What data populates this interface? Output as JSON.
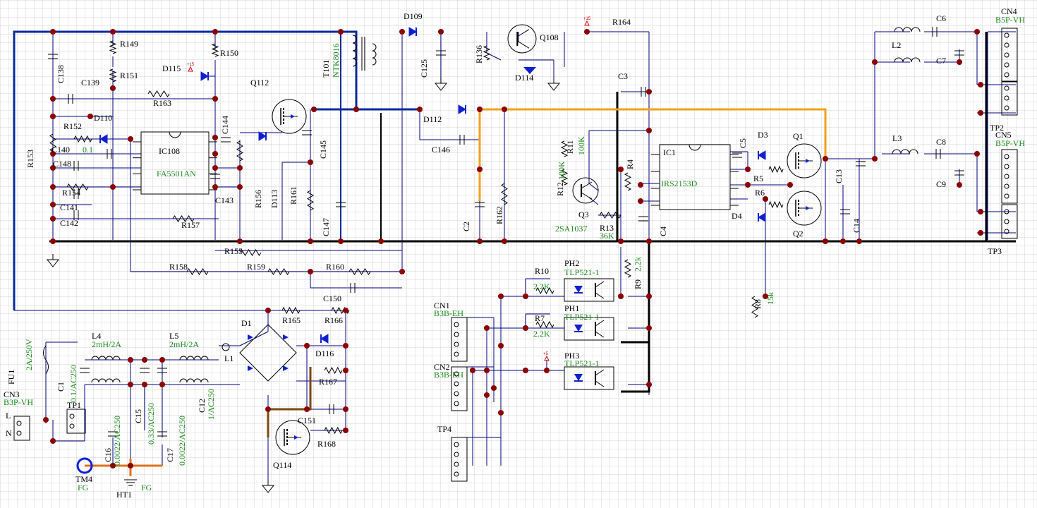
{
  "colors": {
    "background": "#ffffff",
    "grid": "#d4d4d4",
    "wire": "#000080",
    "bus_blue": "#0a2a9a",
    "ground_bus": "#000000",
    "orange_net": "#f0a020",
    "brown_net": "#7a4a10",
    "junction": "#8b0000",
    "symbol": "#000000",
    "diode_fill": "#1020d0",
    "label": "#000000",
    "value": "#1a8a1a",
    "power_mark": "#cc0000",
    "fg_ring": "#1020d0",
    "fg_wire": "#e07020"
  },
  "icons": {
    "ground": "ground-icon",
    "junction": "junction-dot-icon",
    "power": "power-flag-icon"
  },
  "power_marks": [
    "+15",
    "+15",
    "+5"
  ],
  "labels": [
    {
      "id": "R149",
      "text": "R149"
    },
    {
      "id": "R150",
      "text": "R150"
    },
    {
      "id": "R151",
      "text": "R151"
    },
    {
      "id": "C138",
      "text": "C138"
    },
    {
      "id": "C139",
      "text": "C139"
    },
    {
      "id": "D115",
      "text": "D115"
    },
    {
      "id": "Q112",
      "text": "Q112"
    },
    {
      "id": "R163",
      "text": "R163"
    },
    {
      "id": "D110",
      "text": "D110"
    },
    {
      "id": "C144",
      "text": "C144"
    },
    {
      "id": "R152",
      "text": "R152"
    },
    {
      "id": "R153",
      "text": "R153"
    },
    {
      "id": "C140",
      "text": "C140"
    },
    {
      "id": "C140v",
      "text": "0.1"
    },
    {
      "id": "C148",
      "text": "C148"
    },
    {
      "id": "IC108",
      "text": "IC108"
    },
    {
      "id": "IC108v",
      "text": "FA5501AN"
    },
    {
      "id": "C145",
      "text": "C145"
    },
    {
      "id": "R154",
      "text": "R154"
    },
    {
      "id": "C141",
      "text": "C141"
    },
    {
      "id": "C142",
      "text": "C142"
    },
    {
      "id": "C143",
      "text": "C143"
    },
    {
      "id": "R156",
      "text": "R156"
    },
    {
      "id": "D113",
      "text": "D113"
    },
    {
      "id": "R161",
      "text": "R161"
    },
    {
      "id": "R157",
      "text": "R157"
    },
    {
      "id": "C147",
      "text": "C147"
    },
    {
      "id": "R155",
      "text": "R155"
    },
    {
      "id": "R158",
      "text": "R158"
    },
    {
      "id": "R159",
      "text": "R159"
    },
    {
      "id": "R160",
      "text": "R160"
    },
    {
      "id": "C150",
      "text": "C150"
    },
    {
      "id": "T101",
      "text": "T101"
    },
    {
      "id": "T101v",
      "text": "NTK8016"
    },
    {
      "id": "D109",
      "text": "D109"
    },
    {
      "id": "C125",
      "text": "C125"
    },
    {
      "id": "R136",
      "text": "R136"
    },
    {
      "id": "Q108",
      "text": "Q108"
    },
    {
      "id": "D114",
      "text": "D114"
    },
    {
      "id": "R164",
      "text": "R164"
    },
    {
      "id": "C3",
      "text": "C3"
    },
    {
      "id": "D112",
      "text": "D112"
    },
    {
      "id": "C146",
      "text": "C146"
    },
    {
      "id": "C2",
      "text": "C2"
    },
    {
      "id": "R162",
      "text": "R162"
    },
    {
      "id": "R11",
      "text": "R11"
    },
    {
      "id": "R11v",
      "text": "100K"
    },
    {
      "id": "R12",
      "text": "R12"
    },
    {
      "id": "R12v",
      "text": "100K"
    },
    {
      "id": "R4",
      "text": "R4"
    },
    {
      "id": "Q3",
      "text": "Q3"
    },
    {
      "id": "Q3v",
      "text": "2SA1037"
    },
    {
      "id": "R13",
      "text": "R13"
    },
    {
      "id": "R13v",
      "text": "36K"
    },
    {
      "id": "IC1",
      "text": "IC1"
    },
    {
      "id": "IC1v",
      "text": "IRS2153D"
    },
    {
      "id": "C4",
      "text": "C4"
    },
    {
      "id": "C5",
      "text": "C5"
    },
    {
      "id": "D3",
      "text": "D3"
    },
    {
      "id": "Q1",
      "text": "Q1"
    },
    {
      "id": "R5",
      "text": "R5"
    },
    {
      "id": "R6",
      "text": "R6"
    },
    {
      "id": "D4",
      "text": "D4"
    },
    {
      "id": "Q2",
      "text": "Q2"
    },
    {
      "id": "C13",
      "text": "C13"
    },
    {
      "id": "C14",
      "text": "C14"
    },
    {
      "id": "L2",
      "text": "L2"
    },
    {
      "id": "C6",
      "text": "C6"
    },
    {
      "id": "C7",
      "text": "C7"
    },
    {
      "id": "L3",
      "text": "L3"
    },
    {
      "id": "C8",
      "text": "C8"
    },
    {
      "id": "C9",
      "text": "C9"
    },
    {
      "id": "CN4",
      "text": "CN4"
    },
    {
      "id": "CN4v",
      "text": "B5P-VH"
    },
    {
      "id": "TP2",
      "text": "TP2"
    },
    {
      "id": "CN5",
      "text": "CN5"
    },
    {
      "id": "CN5v",
      "text": "B5P-VH"
    },
    {
      "id": "TP3",
      "text": "TP3"
    },
    {
      "id": "PH2",
      "text": "PH2"
    },
    {
      "id": "PH2v",
      "text": "TLP521-1"
    },
    {
      "id": "R10",
      "text": "R10"
    },
    {
      "id": "R10v",
      "text": "2.2K"
    },
    {
      "id": "R9",
      "text": "R9"
    },
    {
      "id": "R9v",
      "text": "2.2k"
    },
    {
      "id": "PH1",
      "text": "PH1"
    },
    {
      "id": "PH1v",
      "text": "TLP521-1"
    },
    {
      "id": "R7",
      "text": "R7"
    },
    {
      "id": "R7v",
      "text": "2.2K"
    },
    {
      "id": "R8",
      "text": "R8"
    },
    {
      "id": "R8v",
      "text": "15k"
    },
    {
      "id": "PH3",
      "text": "PH3"
    },
    {
      "id": "PH3v",
      "text": "TLP521-1"
    },
    {
      "id": "CN1",
      "text": "CN1"
    },
    {
      "id": "CN1v",
      "text": "B3B-EH"
    },
    {
      "id": "CN2",
      "text": "CN2"
    },
    {
      "id": "CN2v",
      "text": "B3B-EH"
    },
    {
      "id": "TP4",
      "text": "TP4"
    },
    {
      "id": "D1",
      "text": "D1"
    },
    {
      "id": "R165",
      "text": "R165"
    },
    {
      "id": "R166",
      "text": "R166"
    },
    {
      "id": "D116",
      "text": "D116"
    },
    {
      "id": "R167",
      "text": "R167"
    },
    {
      "id": "C151",
      "text": "C151"
    },
    {
      "id": "R168",
      "text": "R168"
    },
    {
      "id": "Q114",
      "text": "Q114"
    },
    {
      "id": "L1",
      "text": "L1"
    },
    {
      "id": "L4",
      "text": "L4"
    },
    {
      "id": "L4v",
      "text": "2mH/2A"
    },
    {
      "id": "L5",
      "text": "L5"
    },
    {
      "id": "L5v",
      "text": "2mH/2A"
    },
    {
      "id": "FU1",
      "text": "FU1"
    },
    {
      "id": "FU1v",
      "text": "2A/250V"
    },
    {
      "id": "C1",
      "text": "C1"
    },
    {
      "id": "C1v",
      "text": "0.1/AC250"
    },
    {
      "id": "C15",
      "text": "C15"
    },
    {
      "id": "C15v",
      "text": "0.33/AC250"
    },
    {
      "id": "C12",
      "text": "C12"
    },
    {
      "id": "C12v",
      "text": "1/AC250"
    },
    {
      "id": "C16",
      "text": "C16"
    },
    {
      "id": "C16v",
      "text": "0.0022/AC250"
    },
    {
      "id": "C17",
      "text": "C17"
    },
    {
      "id": "C17v",
      "text": "0.0022/AC250"
    },
    {
      "id": "CN3",
      "text": "CN3"
    },
    {
      "id": "CN3v",
      "text": "B3P-VH"
    },
    {
      "id": "TP1",
      "text": "TP1"
    },
    {
      "id": "L",
      "text": "L"
    },
    {
      "id": "N",
      "text": "N"
    },
    {
      "id": "TM4",
      "text": "TM4"
    },
    {
      "id": "TM4v",
      "text": "FG"
    },
    {
      "id": "HT1",
      "text": "HT1"
    },
    {
      "id": "HT1v",
      "text": "FG"
    }
  ]
}
